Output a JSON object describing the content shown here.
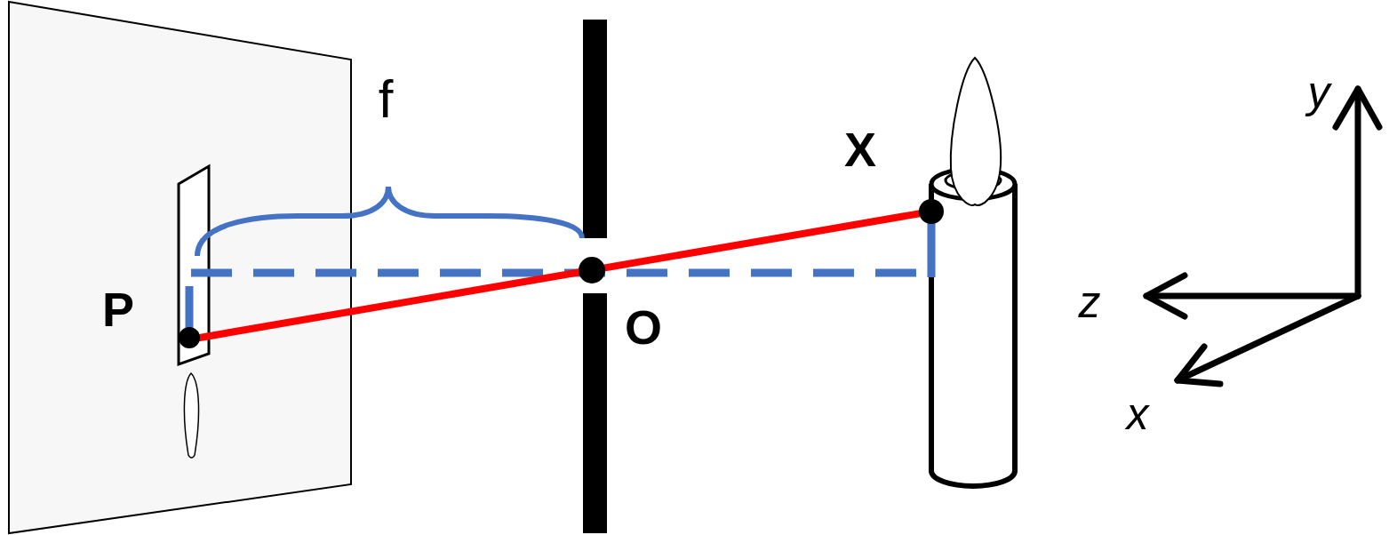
{
  "diagram": {
    "labels": [
      "f",
      "X",
      "P",
      "O",
      "y",
      "z",
      "x"
    ]
  }
}
